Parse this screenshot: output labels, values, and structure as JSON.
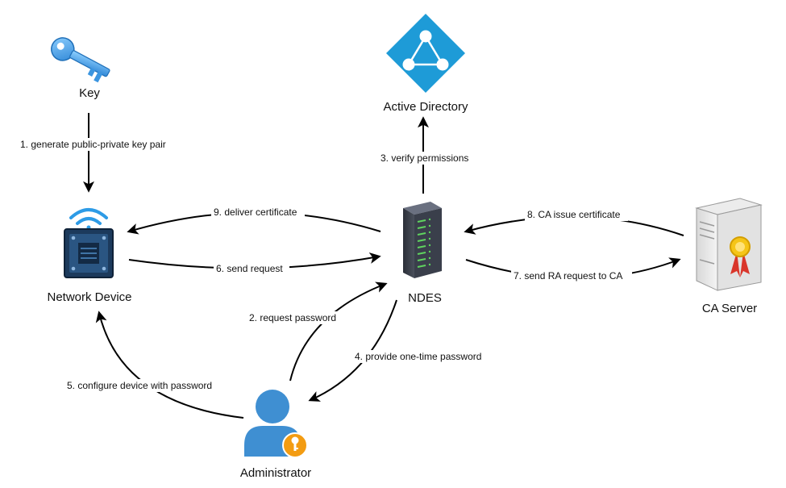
{
  "nodes": {
    "key": {
      "label": "Key",
      "icon": "key-icon"
    },
    "active_directory": {
      "label": "Active Directory",
      "icon": "active-directory-icon"
    },
    "network_device": {
      "label": "Network Device",
      "icon": "network-device-icon"
    },
    "ndes": {
      "label": "NDES",
      "icon": "server-rack-icon"
    },
    "ca_server": {
      "label": "CA Server",
      "icon": "certificate-server-icon"
    },
    "administrator": {
      "label": "Administrator",
      "icon": "admin-user-icon"
    }
  },
  "edges": {
    "e1": {
      "label": "1. generate public-private key pair"
    },
    "e2": {
      "label": "2. request password"
    },
    "e3": {
      "label": "3. verify permissions"
    },
    "e4": {
      "label": "4. provide one-time password"
    },
    "e5": {
      "label": "5. configure device with password"
    },
    "e6": {
      "label": "6. send request"
    },
    "e7": {
      "label": "7. send RA request to CA"
    },
    "e8": {
      "label": "8. CA issue certificate"
    },
    "e9": {
      "label": "9. deliver certificate"
    }
  },
  "colors": {
    "azure_blue": "#1e9bd7",
    "key_blue": "#4aa8e8",
    "device_navy": "#1c3a5c",
    "rack_dark": "#3a3f4b",
    "rack_green": "#5fd35f",
    "admin_blue": "#3f8fd2",
    "badge_orange": "#f39c12",
    "ribbon_red": "#d9362b"
  }
}
